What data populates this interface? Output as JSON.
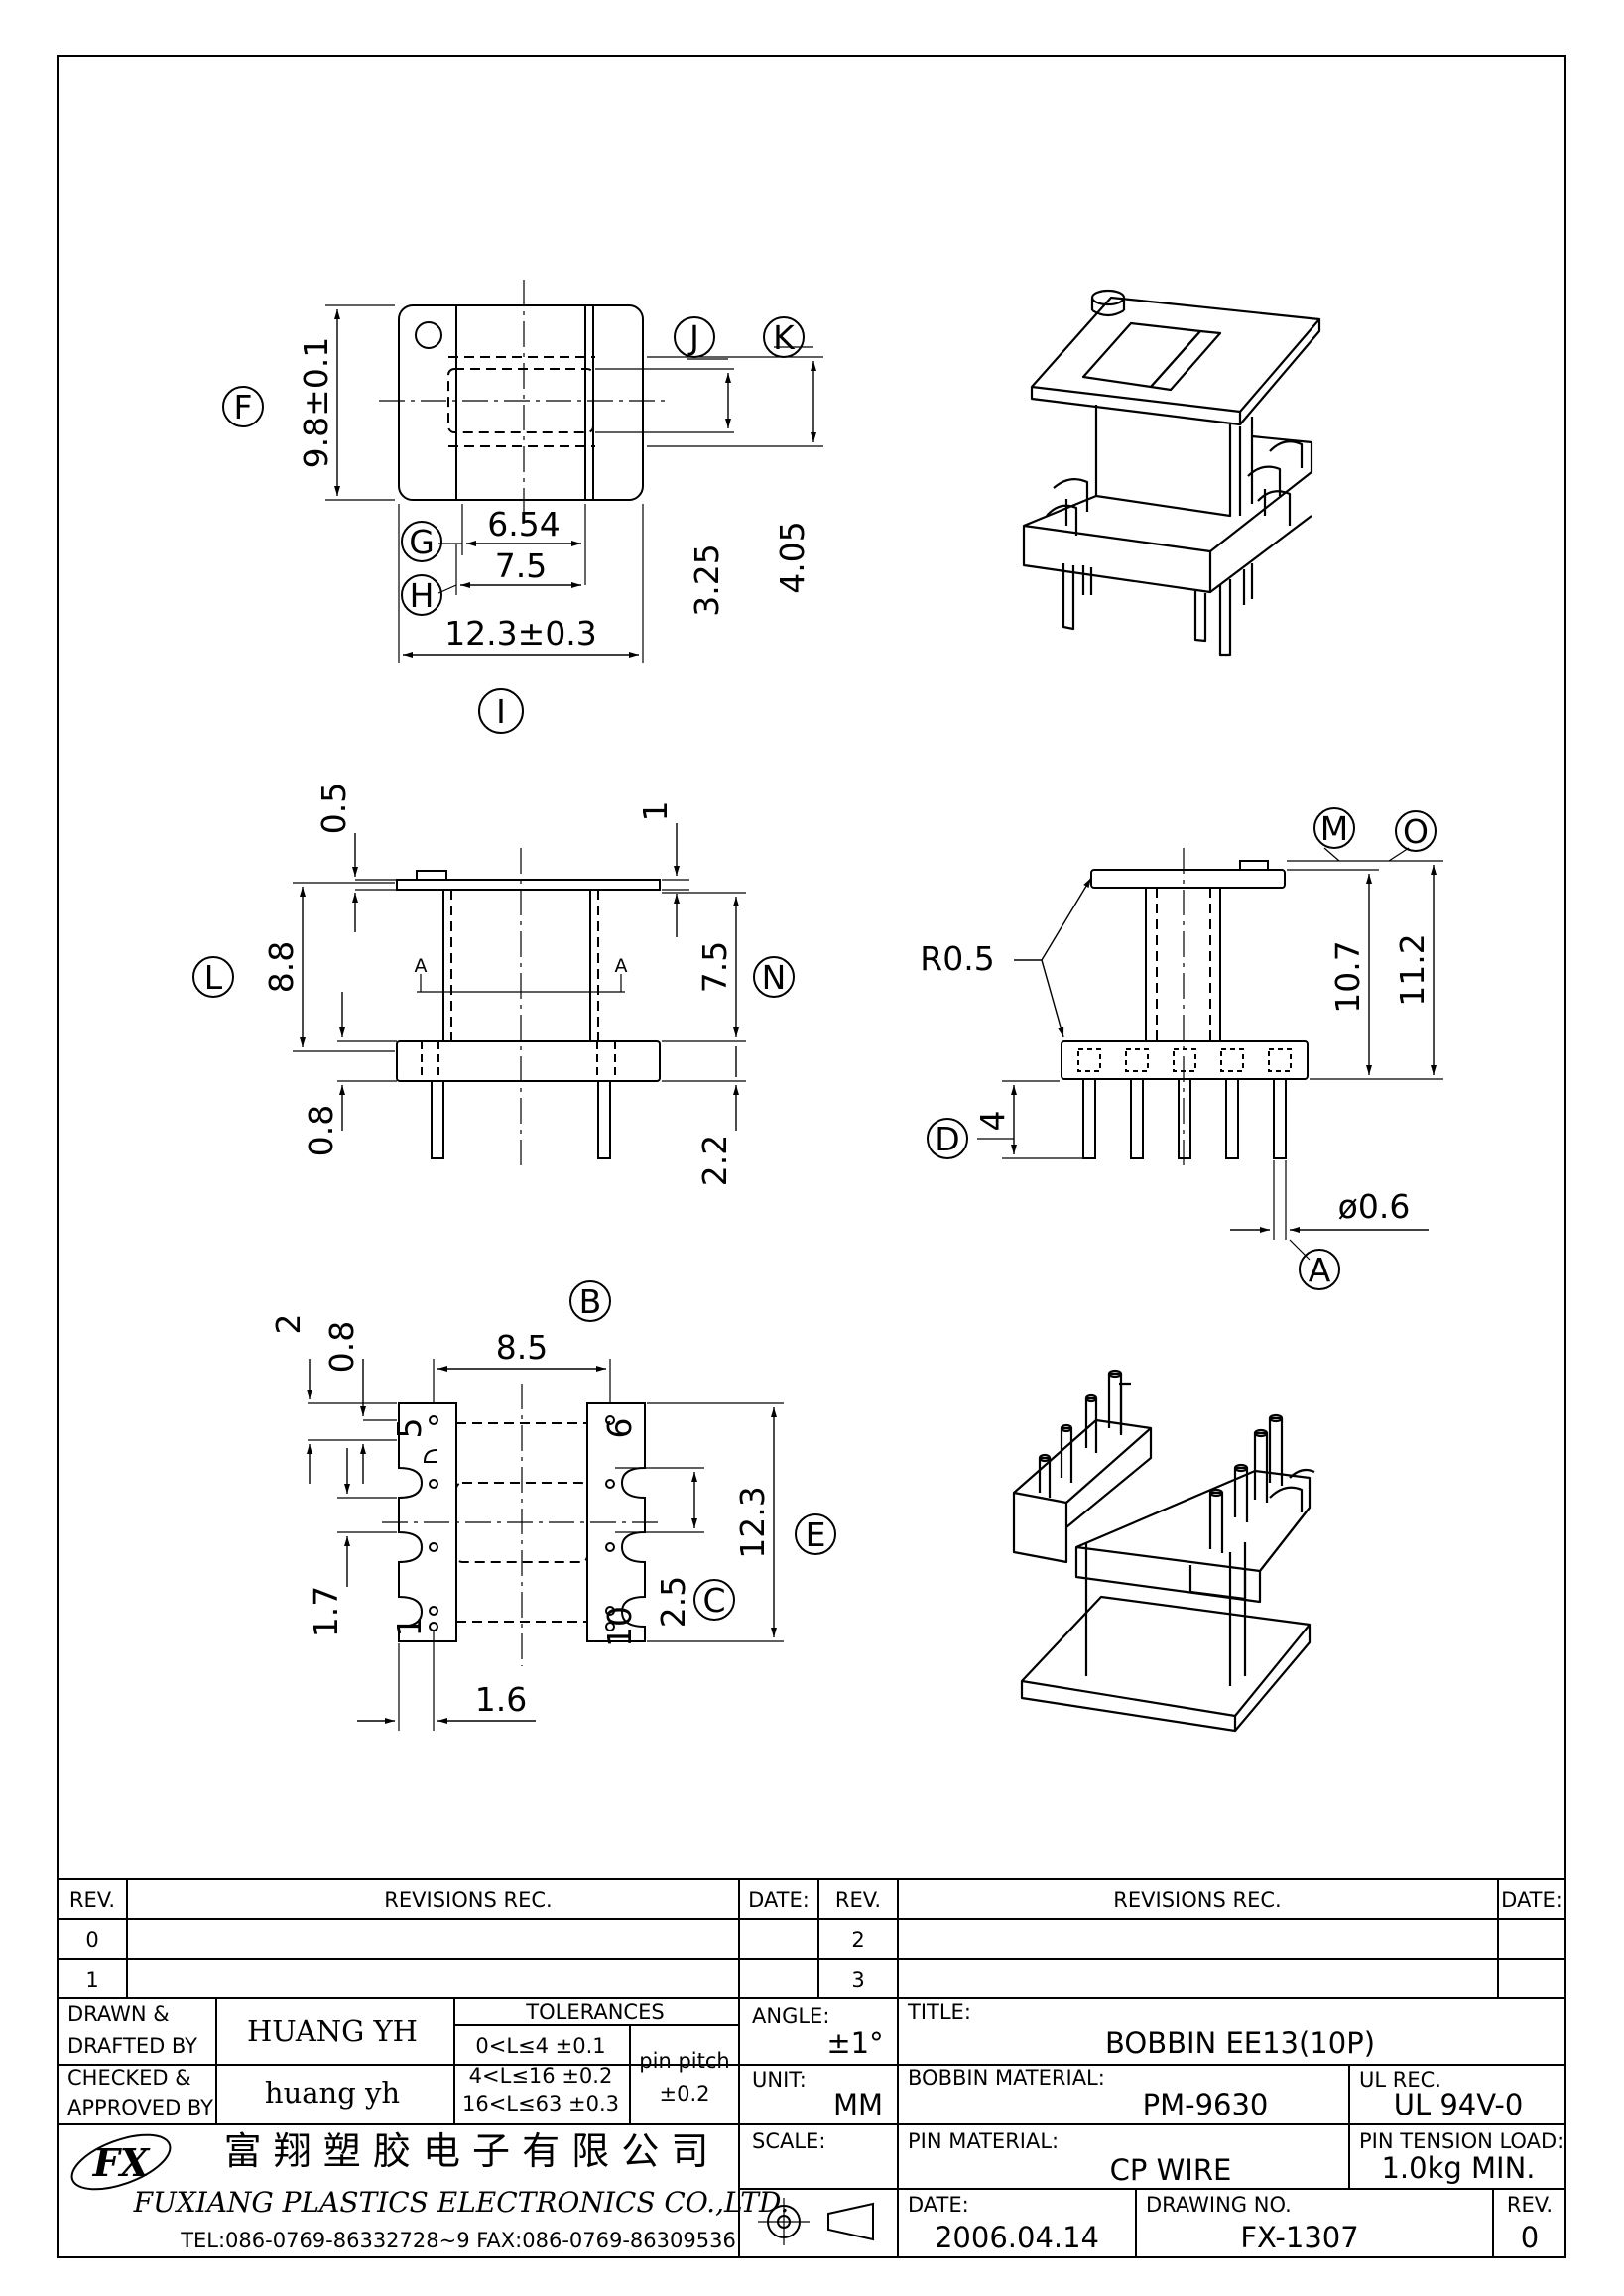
{
  "top_view": {
    "dims": {
      "height": "9.8±0.1",
      "inner_width": "6.54",
      "mid_width": "7.5",
      "width": "12.3±0.3",
      "dim_j": "3.25",
      "dim_k": "4.05"
    },
    "callouts": {
      "f": "F",
      "g": "G",
      "h": "H",
      "i": "I",
      "j": "J",
      "k": "K"
    }
  },
  "front_view": {
    "dims": {
      "top_flange": "0.5",
      "top_gap": "1",
      "height": "8.8",
      "inner": "7.5",
      "bottom_flange": "0.8",
      "pin_length": "2.2",
      "section": "A"
    },
    "callouts": {
      "l": "L",
      "n": "N"
    }
  },
  "side_view": {
    "dims": {
      "radius": "R0.5",
      "height_m": "10.7",
      "height_o": "11.2",
      "pin_length": "4",
      "pin_dia": "ø0.6"
    },
    "callouts": {
      "m": "M",
      "o": "O",
      "d": "D",
      "a": "A"
    }
  },
  "bottom_view": {
    "dims": {
      "pitch_y": "2",
      "slot": "0.8",
      "span": "8.5",
      "depth": "12.3",
      "pin_pitch": "1.7",
      "row": "2.5",
      "edge": "1.6"
    },
    "pins": {
      "p5": "5",
      "p6": "6",
      "p1": "1",
      "p10": "10"
    },
    "callouts": {
      "b": "B",
      "c": "C",
      "e": "E"
    }
  },
  "title_block": {
    "revisions": {
      "rev_header": "REV.",
      "rec_header": "REVISIONS   REC.",
      "date_header": "DATE:",
      "rows_left": [
        "0",
        "1"
      ],
      "rows_right": [
        "2",
        "3"
      ]
    },
    "drawn_label": "DRAWN &\nDRAFTED BY",
    "drawn_l1": "DRAWN &",
    "drawn_l2": "DRAFTED BY",
    "drawn_by": "HUANG YH",
    "checked_l1": "CHECKED &",
    "checked_l2": "APPROVED BY",
    "checked_by": "huang yh",
    "tolerances": {
      "header": "TOLERANCES",
      "rows": [
        "0<L≤4   ±0.1",
        "4<L≤16  ±0.2",
        "16<L≤63  ±0.3"
      ],
      "pin_pitch_label": "pin pitch",
      "pin_pitch_value": "±0.2"
    },
    "angle_label": "ANGLE:",
    "angle_value": "±1°",
    "unit_label": "UNIT:",
    "unit_value": "MM",
    "scale_label": "SCALE:",
    "title_label": "TITLE:",
    "title_value": "BOBBIN  EE13(10P)",
    "bobbin_material_label": "BOBBIN  MATERIAL:",
    "bobbin_material_value": "PM-9630",
    "ul_label": "UL  REC.",
    "ul_value": "UL  94V-0",
    "pin_material_label": "PIN  MATERIAL:",
    "pin_material_value": "CP  WIRE",
    "pin_tension_label": "PIN  TENSION  LOAD:",
    "pin_tension_value": "1.0kg  MIN.",
    "date_label": "DATE:",
    "date_value": "2006.04.14",
    "drawing_no_label": "DRAWING  NO.",
    "drawing_no_value": "FX-1307",
    "rev_label": "REV.",
    "rev_value": "0",
    "company": {
      "logo_text": "FX",
      "name_cn": "富 翔 塑 胶 电 子 有 限 公 司",
      "name_en": "FUXIANG  PLASTICS  ELECTRONICS  CO.,LTD.",
      "contact": "TEL:086-0769-86332728~9   FAX:086-0769-86309536"
    }
  }
}
